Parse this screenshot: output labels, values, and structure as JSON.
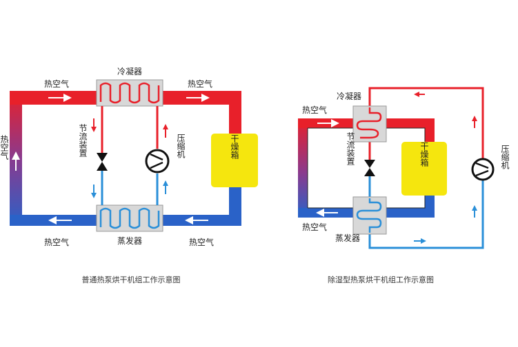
{
  "left_diagram": {
    "label_condenser": "冷凝器",
    "label_evaporator": "蒸发器",
    "label_hot_air_top_left": "热空气",
    "label_hot_air_top_right": "热空气",
    "label_hot_air_bottom_left": "热空气",
    "label_hot_air_bottom_right": "热空气",
    "label_hot_air_side": "热空气",
    "label_throttle": "节流装置",
    "label_compressor": "压缩机",
    "label_dryer": "干燥箱",
    "caption": "普通热泵烘干机组工作示意图"
  },
  "right_diagram": {
    "label_condenser": "冷凝器",
    "label_evaporator": "蒸发器",
    "label_hot_air_top": "热空气",
    "label_hot_air_bottom": "热空气",
    "label_throttle": "节流装置",
    "label_compressor": "压缩机",
    "label_dryer": "干燥箱",
    "caption": "除湿型热泵烘干机组工作示意图"
  },
  "colors": {
    "hot": "#e8202a",
    "cold": "#2a8fd8",
    "duct_blue": "#2a62c8",
    "dryer": "#f5e60e",
    "coil_box": "#d8d8d8"
  }
}
